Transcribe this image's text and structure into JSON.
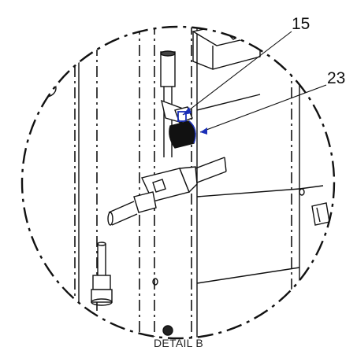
{
  "callouts": {
    "label_15": "15",
    "label_23": "23"
  },
  "caption": "DETAIL B",
  "colors": {
    "linework": "#111111",
    "highlight": "#1a2fb8",
    "background": "#ffffff"
  }
}
